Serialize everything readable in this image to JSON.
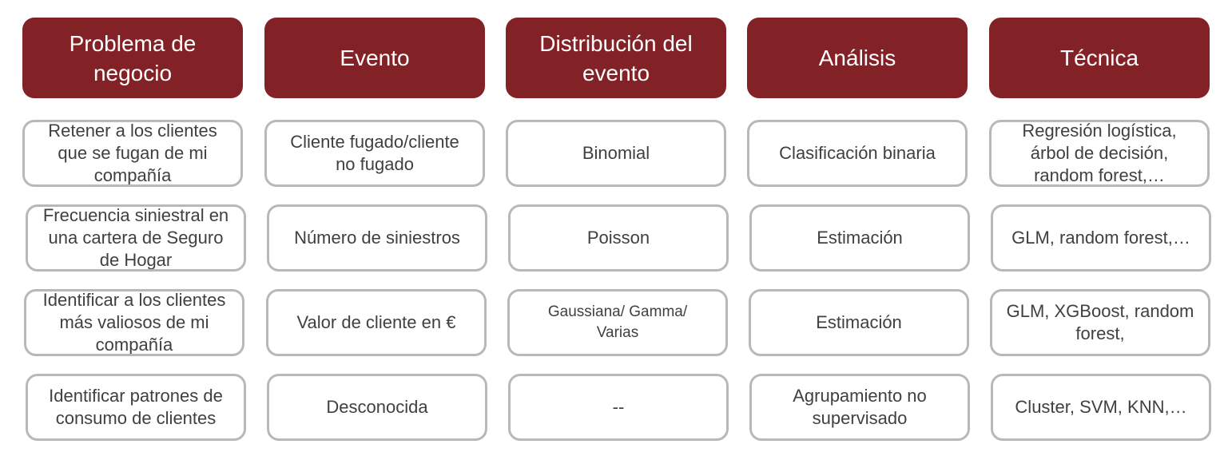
{
  "headers": [
    "Problema de\nnegocio",
    "Evento",
    "Distribución del\nevento",
    "Análisis",
    "Técnica"
  ],
  "rows": [
    [
      "Retener a los clientes\nque se fugan de mi\ncompañía",
      "Cliente fugado/cliente\nno fugado",
      "Binomial",
      "Clasificación binaria",
      "Regresión logística,\nárbol de decisión,\nrandom forest,…"
    ],
    [
      "Frecuencia siniestral en\nuna cartera de Seguro\nde Hogar",
      "Número de siniestros",
      "Poisson",
      "Estimación",
      "GLM, random forest,…"
    ],
    [
      "Identificar a los clientes\nmás valiosos de mi\ncompañía",
      "Valor de cliente en €",
      "Gaussiana/ Gamma/\nVarias",
      "Estimación",
      "GLM, XGBoost, random\nforest,"
    ],
    [
      "Identificar patrones de\nconsumo de clientes",
      "Desconocida",
      "--",
      "Agrupamiento no\nsupervisado",
      "Cluster, SVM, KNN,…"
    ]
  ],
  "colors": {
    "header_bg": "#822226",
    "header_text": "#ffffff",
    "cell_border": "#b8b8b8",
    "cell_text": "#404040"
  }
}
